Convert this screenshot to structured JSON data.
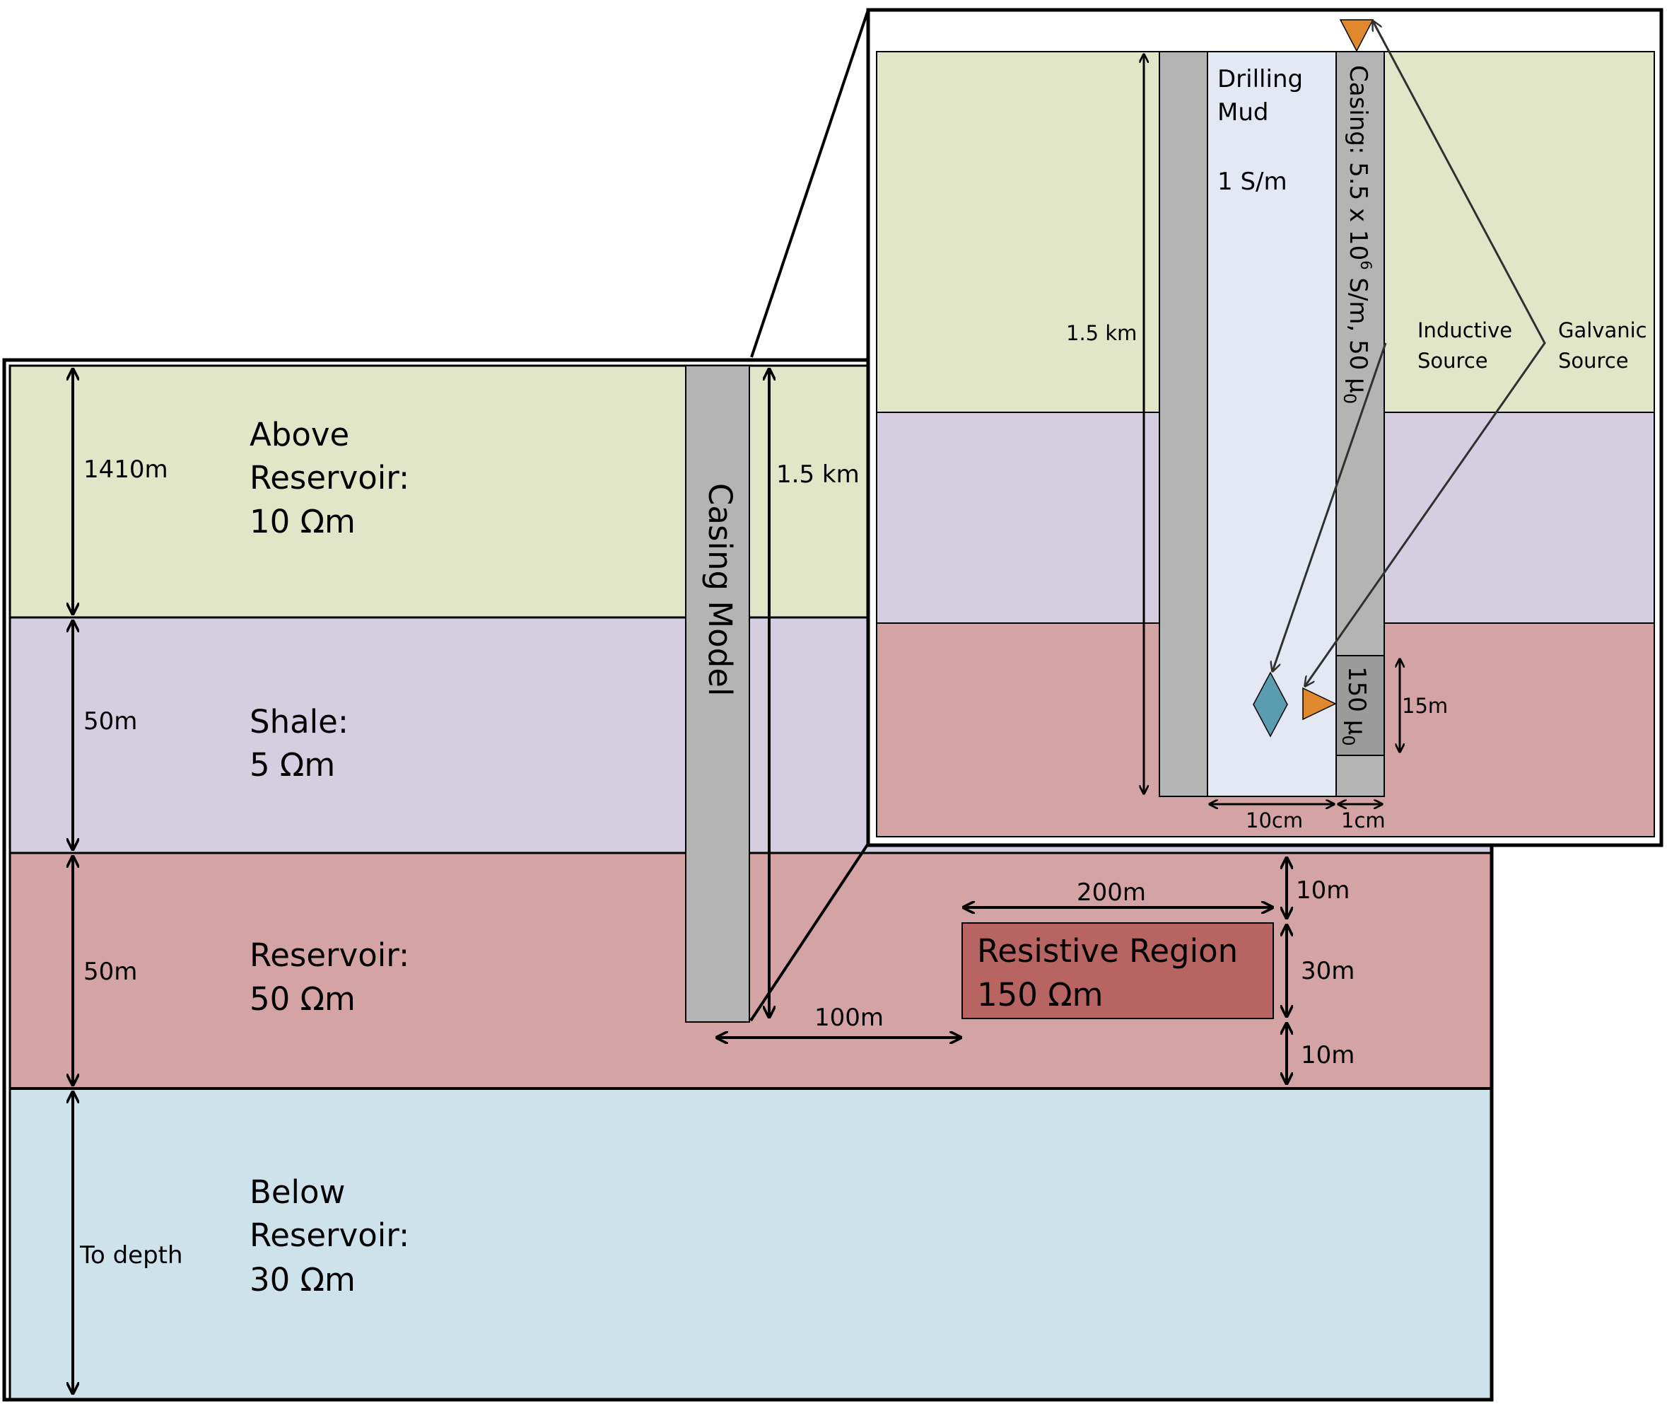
{
  "colors": {
    "above": "#e1e6c9",
    "shale": "#d5cde0",
    "reservoir": "#d4a3a3",
    "below": "#cde2ea",
    "resistive": "#b76463",
    "casing": "#b4b4b4",
    "mud": "#e3e8f3",
    "segment": "#9b9b9b",
    "source_orange": "#e0882e",
    "source_blue": "#5a9db0",
    "line": "#000000",
    "arrow_dark": "#303030"
  },
  "layers": {
    "above": {
      "line1": "Above",
      "line2": "Reservoir:",
      "line3": "10 Ωm",
      "thickness": "1410m"
    },
    "shale": {
      "line1": "Shale:",
      "line2": "5 Ωm",
      "thickness": "50m"
    },
    "reservoir": {
      "line1": "Reservoir:",
      "line2": "50 Ωm",
      "thickness": "50m"
    },
    "below": {
      "line1": "Below",
      "line2": "Reservoir:",
      "line3": "30 Ωm",
      "thickness": "To depth"
    }
  },
  "main": {
    "casing_label": "Casing Model",
    "casing_depth": "1.5 km",
    "offset": "100m",
    "region_width": "200m",
    "region_line1": "Resistive Region",
    "region_line2": "150 Ωm",
    "top_gap": "10m",
    "region_height": "30m",
    "bottom_gap": "10m"
  },
  "inset": {
    "depth": "1.5 km",
    "mud_line1": "Drilling",
    "mud_line2": "Mud",
    "mud_cond": "1 S/m",
    "casing_prefix": "Casing: 5.5 x 10",
    "casing_exp": "6",
    "casing_suffix": " S/m,  50 μ",
    "casing_sub": "0",
    "segment_text": "150 μ",
    "segment_sub": "0",
    "segment_length": "15m",
    "mud_width": "10cm",
    "casing_thickness": "1cm",
    "inductive_line1": "Inductive",
    "inductive_line2": "Source",
    "galvanic_line1": "Galvanic",
    "galvanic_line2": "Source"
  }
}
